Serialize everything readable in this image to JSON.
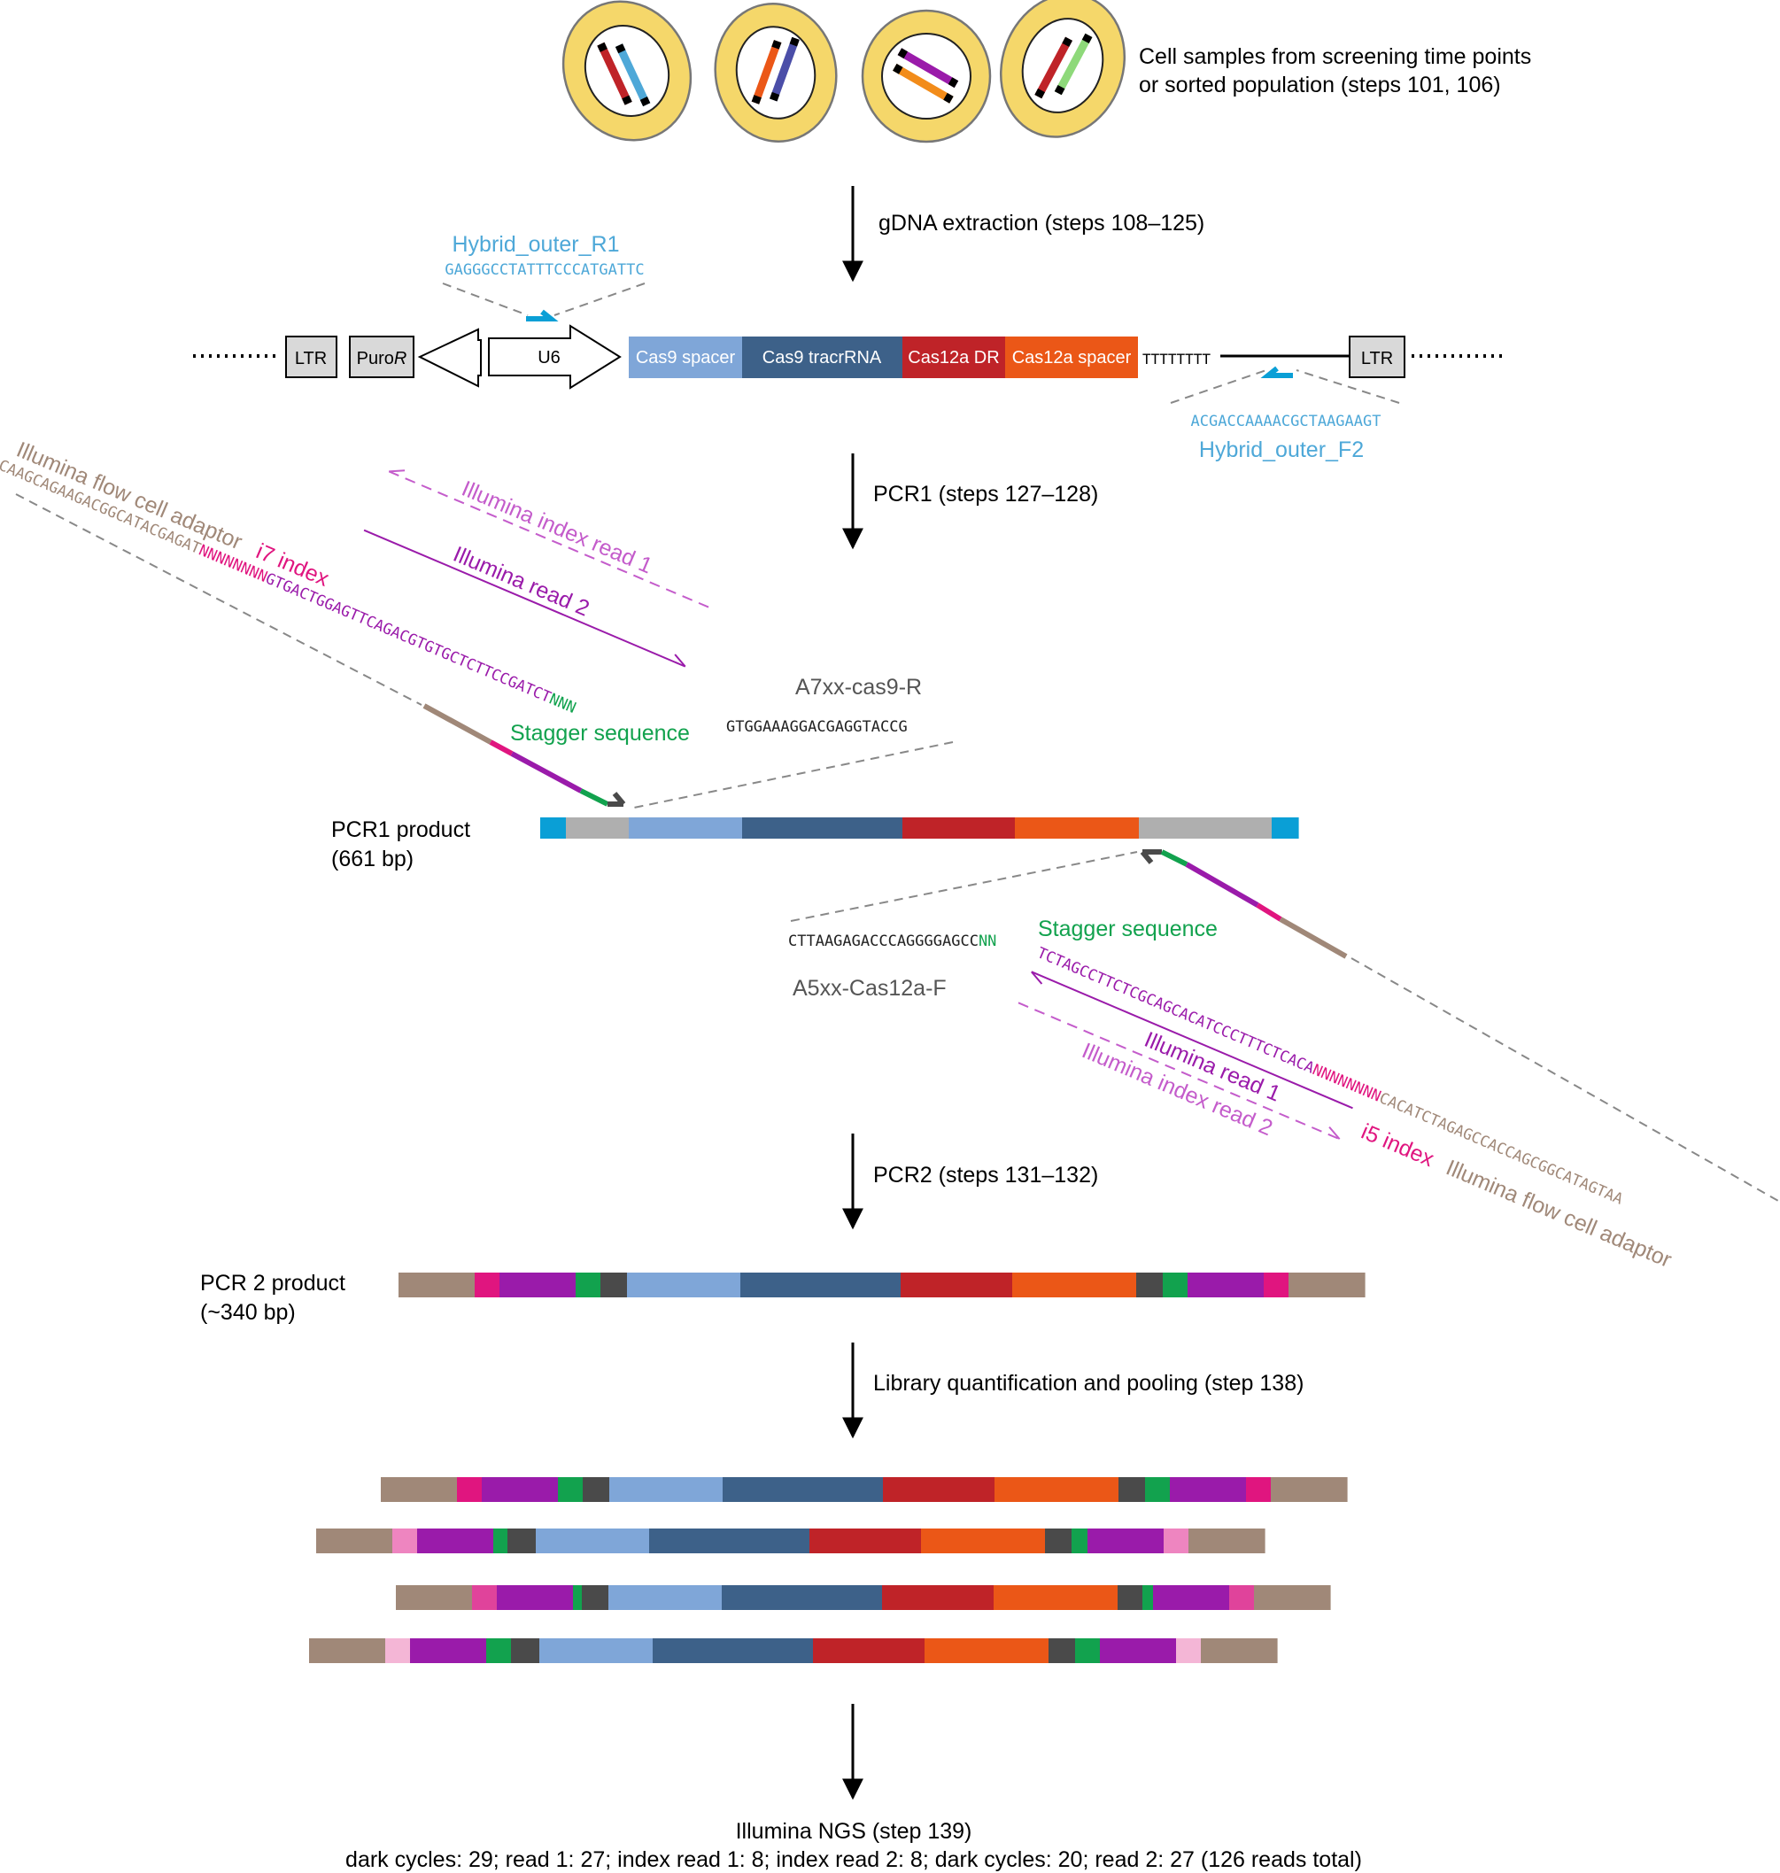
{
  "colors": {
    "brown": "#A08878",
    "pink": "#E0157F",
    "purple": "#9A1BAA",
    "green": "#12A24E",
    "darkgray": "#4A4A4A",
    "lightgray": "#AFAFAF",
    "cyan": "#0A9FD6",
    "lightblue": "#7FA6D8",
    "steelblue": "#3D6189",
    "red": "#BF2328",
    "orange": "#EB5717",
    "primer_blue": "#4EA8D8",
    "violet_light": "#C45CCB",
    "cell_yellow": "#F5D76A",
    "gray_text": "#555555"
  },
  "cells": {
    "caption_line1": "Cell samples from screening time points",
    "caption_line2": "or sorted population (steps 101, 106)"
  },
  "steps": {
    "gdna": "gDNA extraction (steps 108–125)",
    "pcr1": "PCR1 (steps 127–128)",
    "pcr2": "PCR2 (steps 131–132)",
    "pooling": "Library quantification and pooling (step 138)"
  },
  "construct": {
    "ltr": "LTR",
    "puro_prefix": "Puro",
    "puro_suffix": "R",
    "u6": "U6",
    "cas9_spacer": "Cas9 spacer",
    "cas9_tracr": "Cas9 tracrRNA",
    "cas12a_dr": "Cas12a DR",
    "cas12a_spacer": "Cas12a spacer",
    "polyt": "TTTTTTTT"
  },
  "primers": {
    "r1_name": "Hybrid_outer_R1",
    "r1_seq": "GAGGGCCTATTTCCCATGATTC",
    "f2_seq": "ACGACCAAAACGCTAAGAAGT",
    "f2_name": "Hybrid_outer_F2"
  },
  "pcr1_primer_top": {
    "adaptor_label": "Illumina flow cell adaptor",
    "i7_label": "i7 index",
    "adaptor_seq": "CAAGCAGAAGACGGCATACGAGAT",
    "index_seq": "NNNNNNNN",
    "read_seq": "GTGACTGGAGTTCAGACGTGTGCTCTTCCGATCT",
    "stagger_seq": "NNN",
    "target_seq": "GTGGAAAGGACGAGGTACCG",
    "index_read_label": "Illumina index read 1",
    "read_label": "Illumina read 2",
    "primer_name": "A7xx-cas9-R",
    "stagger_label": "Stagger sequence"
  },
  "pcr1_product": {
    "label_line1": "PCR1 product",
    "label_line2": "(661 bp)"
  },
  "pcr1_primer_bottom": {
    "target_seq": "CTTAAGAGACCCAGGGGAGCC",
    "stagger_seq": "NN",
    "stagger_label": "Stagger sequence",
    "primer_name": "A5xx-Cas12a-F",
    "read_seq": "TCTAGCCTTCTCGCAGCACATCCCTTTCTCACA",
    "index_seq": "NNNNNNNN",
    "adaptor_seq": "CACATCTAGAGCCACCAGCGGCATAGTAA",
    "read_label": "Illumina read 1",
    "index_read_label": "Illumina index read 2",
    "i5_label": "i5 index",
    "adaptor_label": "Illumina flow cell adaptor"
  },
  "pcr2_product": {
    "label_line1": "PCR 2 product",
    "label_line2": "(~340 bp)"
  },
  "ngs": {
    "line1": "Illumina NGS (step 139)",
    "line2": "dark cycles: 29; read 1: 27; index read 1: 8; index read 2: 8; dark cycles: 20; read 2: 27 (126 reads total)"
  }
}
